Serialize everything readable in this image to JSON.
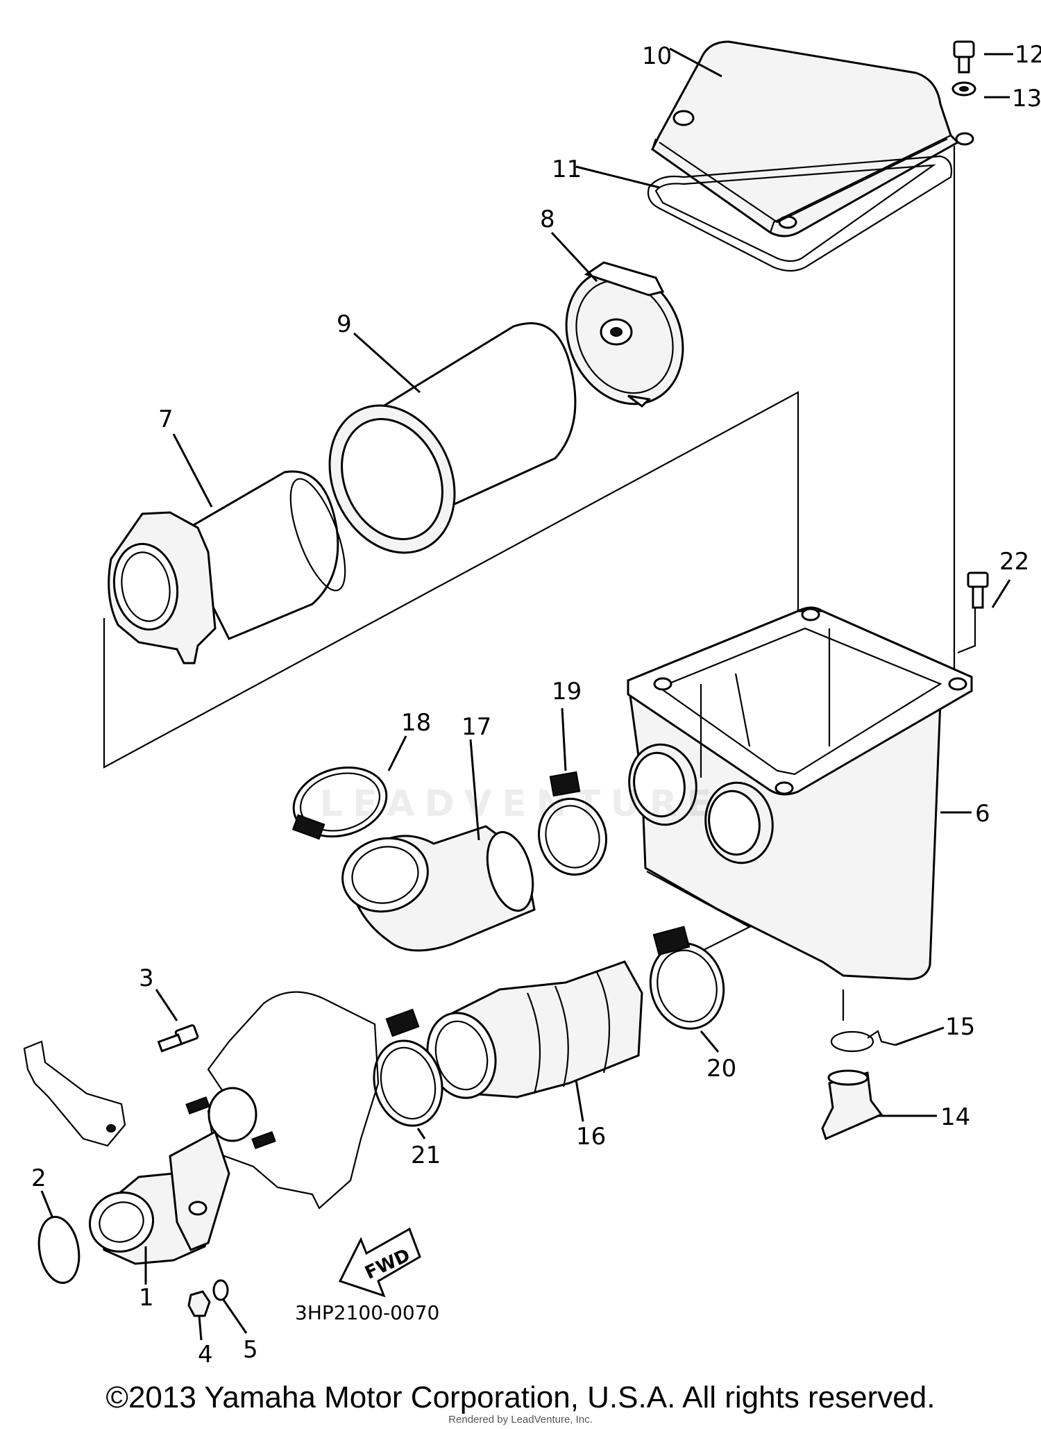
{
  "diagram": {
    "code": "3HP2100-0070",
    "fwd_label": "FWD",
    "callouts": [
      "1",
      "2",
      "3",
      "4",
      "5",
      "6",
      "7",
      "8",
      "9",
      "10",
      "11",
      "12",
      "13",
      "14",
      "15",
      "16",
      "17",
      "18",
      "19",
      "20",
      "21",
      "22"
    ]
  },
  "watermark": "LEADVENTURE",
  "footer": {
    "copyright": "©2013 Yamaha Motor Corporation, U.S.A. All rights reserved.",
    "rendered_by": "Rendered by LeadVenture, Inc."
  }
}
